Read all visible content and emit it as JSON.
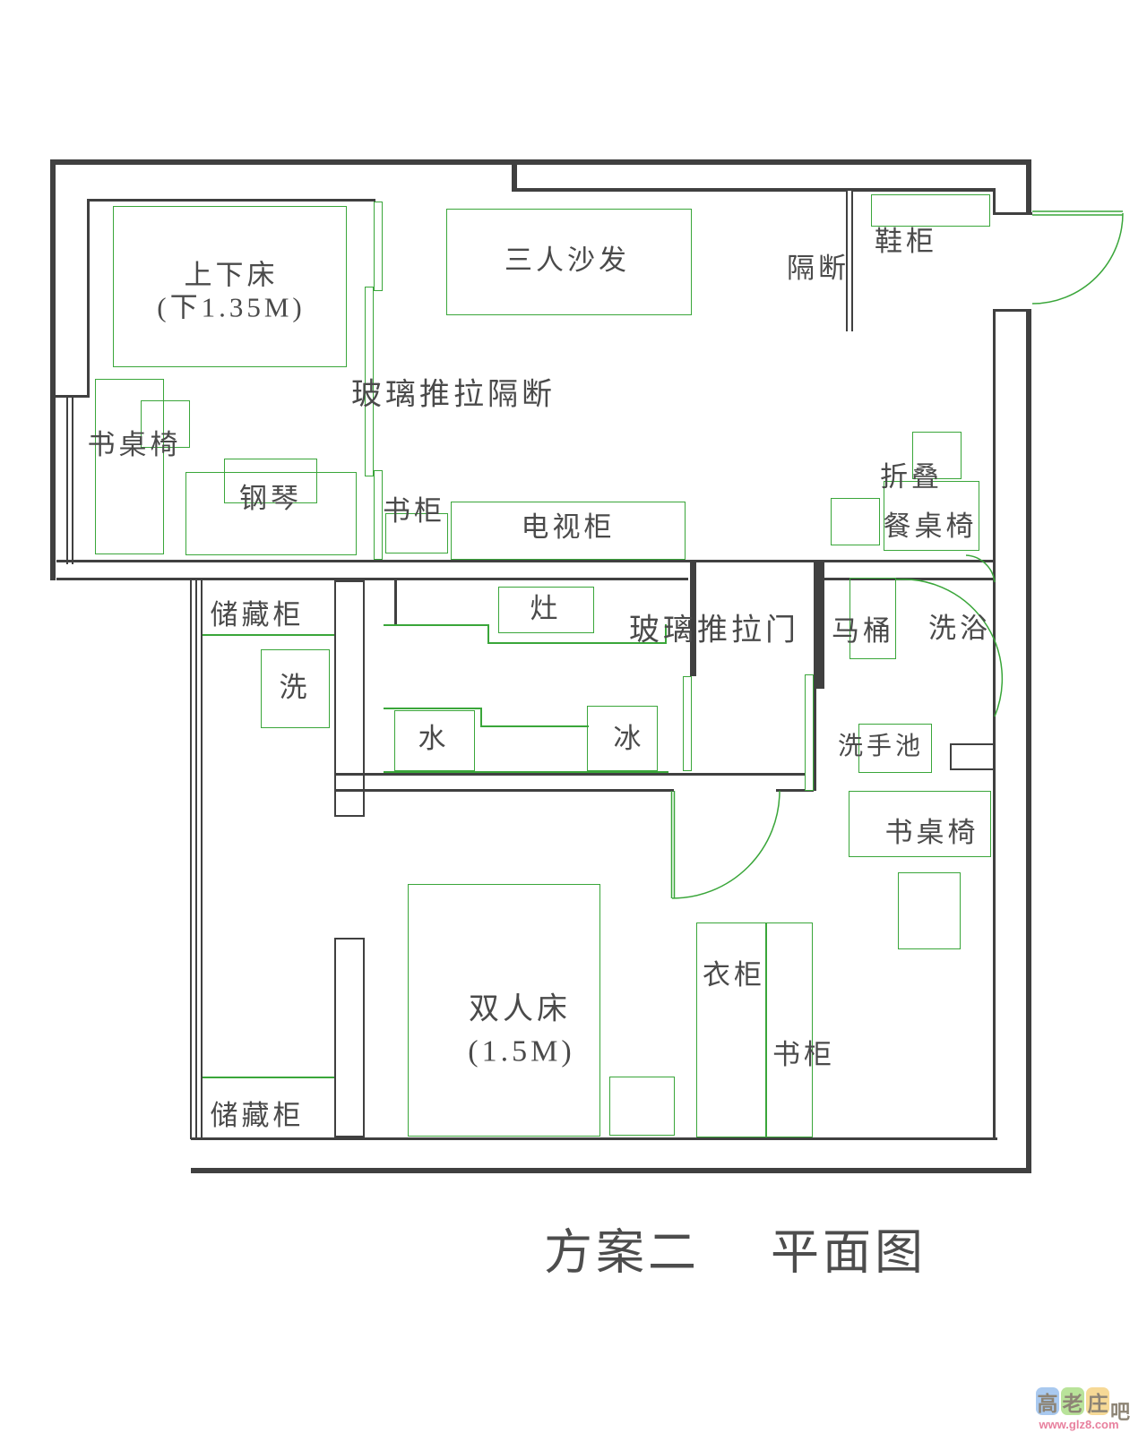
{
  "labels": {
    "bunk_bed": "上下床",
    "bunk_bed_size": "(下1.35M)",
    "sofa": "三人沙发",
    "partition": "隔断",
    "shoe_cabinet": "鞋柜",
    "glass_partition": "玻璃推拉隔断",
    "desk_chair_left": "书桌椅",
    "piano": "钢琴",
    "bookcase_small": "书柜",
    "tv_cabinet": "电视柜",
    "folding_line1": "折叠",
    "folding_line2": "餐桌椅",
    "storage_upper": "储藏柜",
    "washer": "洗",
    "stove": "灶",
    "glass_sliding_door": "玻璃推拉门",
    "toilet": "马桶",
    "bath": "洗浴",
    "water": "水",
    "fridge": "冰",
    "basin": "洗手池",
    "desk_chair_bedroom": "书桌椅",
    "double_bed": "双人床",
    "double_bed_size": "(1.5M)",
    "wardrobe": "衣柜",
    "bookcase_bedroom": "书柜",
    "storage_lower": "储藏柜"
  },
  "title": {
    "scheme": "方案二",
    "plan": "平面图"
  },
  "watermark": {
    "tiles": [
      {
        "char": "高",
        "color": "#a9c9ef"
      },
      {
        "char": "老",
        "color": "#b9e39a"
      },
      {
        "char": "庄",
        "color": "#f6d996"
      }
    ],
    "suffix": "吧",
    "url": "www.glz8.com"
  },
  "colors": {
    "wall_line": "#404040",
    "furniture_line": "#3aa63a",
    "label_text": "#4a4a4a",
    "title_text": "#4d4d4d",
    "watermark_char_color": "#8d8475",
    "watermark_url_color": "#e8809e"
  }
}
